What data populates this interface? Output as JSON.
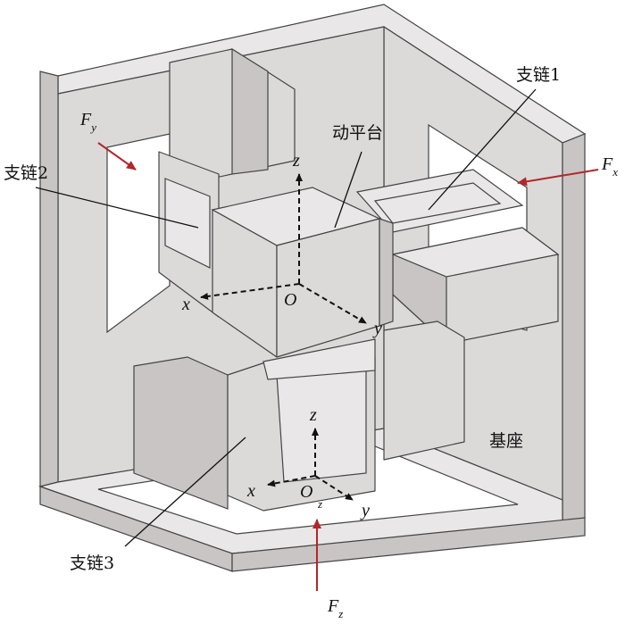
{
  "labels": {
    "branch1": "支链1",
    "branch2": "支链2",
    "branch3": "支链3",
    "platform": "动平台",
    "base": "基座"
  },
  "forces": {
    "fx": {
      "main": "F",
      "sub": "x"
    },
    "fy": {
      "main": "F",
      "sub": "y"
    },
    "fz": {
      "main": "F",
      "sub": "z"
    }
  },
  "platform_axes": {
    "x": "x",
    "y": "y",
    "z": "z",
    "origin": "O"
  },
  "base_axes": {
    "x": "x",
    "y": "y",
    "z": "z",
    "origin": "O",
    "origin_sub": "z"
  },
  "colors": {
    "force_arrow": "#b0282a",
    "body": "#dcd9d9"
  }
}
